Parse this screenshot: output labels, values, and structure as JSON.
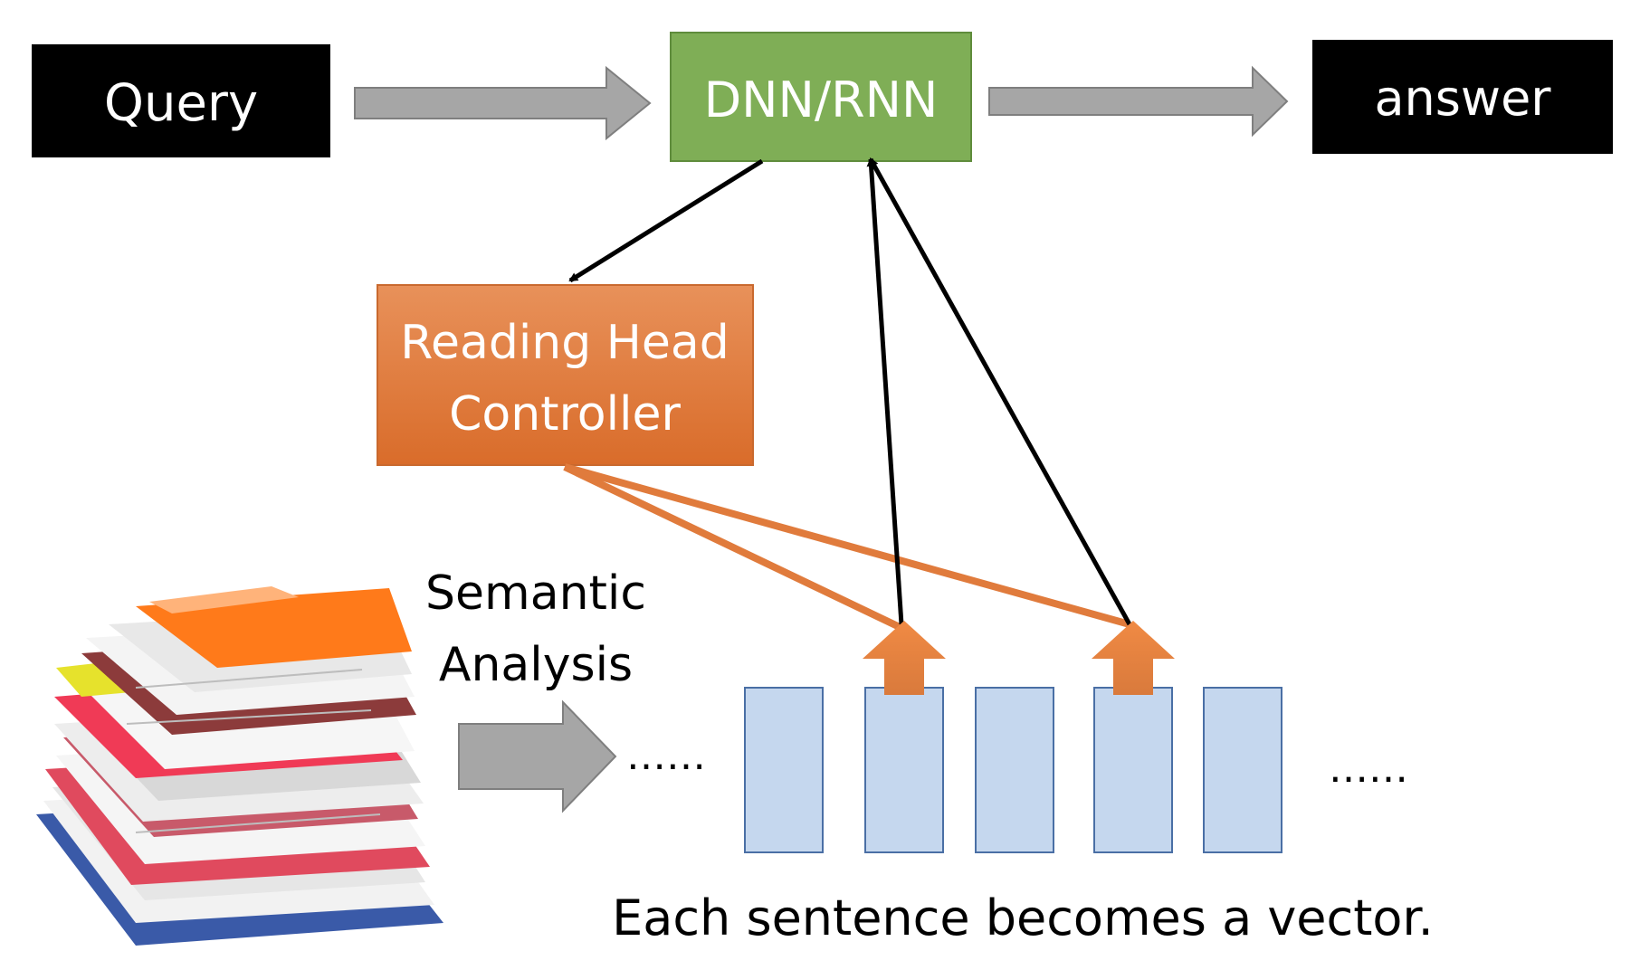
{
  "nodes": {
    "query": "Query",
    "model": "DNN/RNN",
    "answer": "answer",
    "controller_line1": "Reading Head",
    "controller_line2": "Controller",
    "analysis_line1": "Semantic",
    "analysis_line2": "Analysis"
  },
  "ellipsis_left": "……",
  "ellipsis_right": "……",
  "caption": "Each sentence becomes a vector.",
  "colors": {
    "black_box": "#000000",
    "model_fill": "#7fae56",
    "model_stroke": "#5f8c3c",
    "controller_fill": "#e07b3c",
    "controller_stroke": "#c9692e",
    "arrow_gray": "#a6a6a6",
    "arrow_gray_stroke": "#7f7f7f",
    "vector_fill": "#c5d7ee",
    "vector_stroke": "#4a6fa5",
    "read_arrow": "#e07b3c",
    "link_orange": "#e07b3c"
  },
  "vectors": [
    {
      "read": false
    },
    {
      "read": true
    },
    {
      "read": false
    },
    {
      "read": true
    },
    {
      "read": false
    }
  ]
}
